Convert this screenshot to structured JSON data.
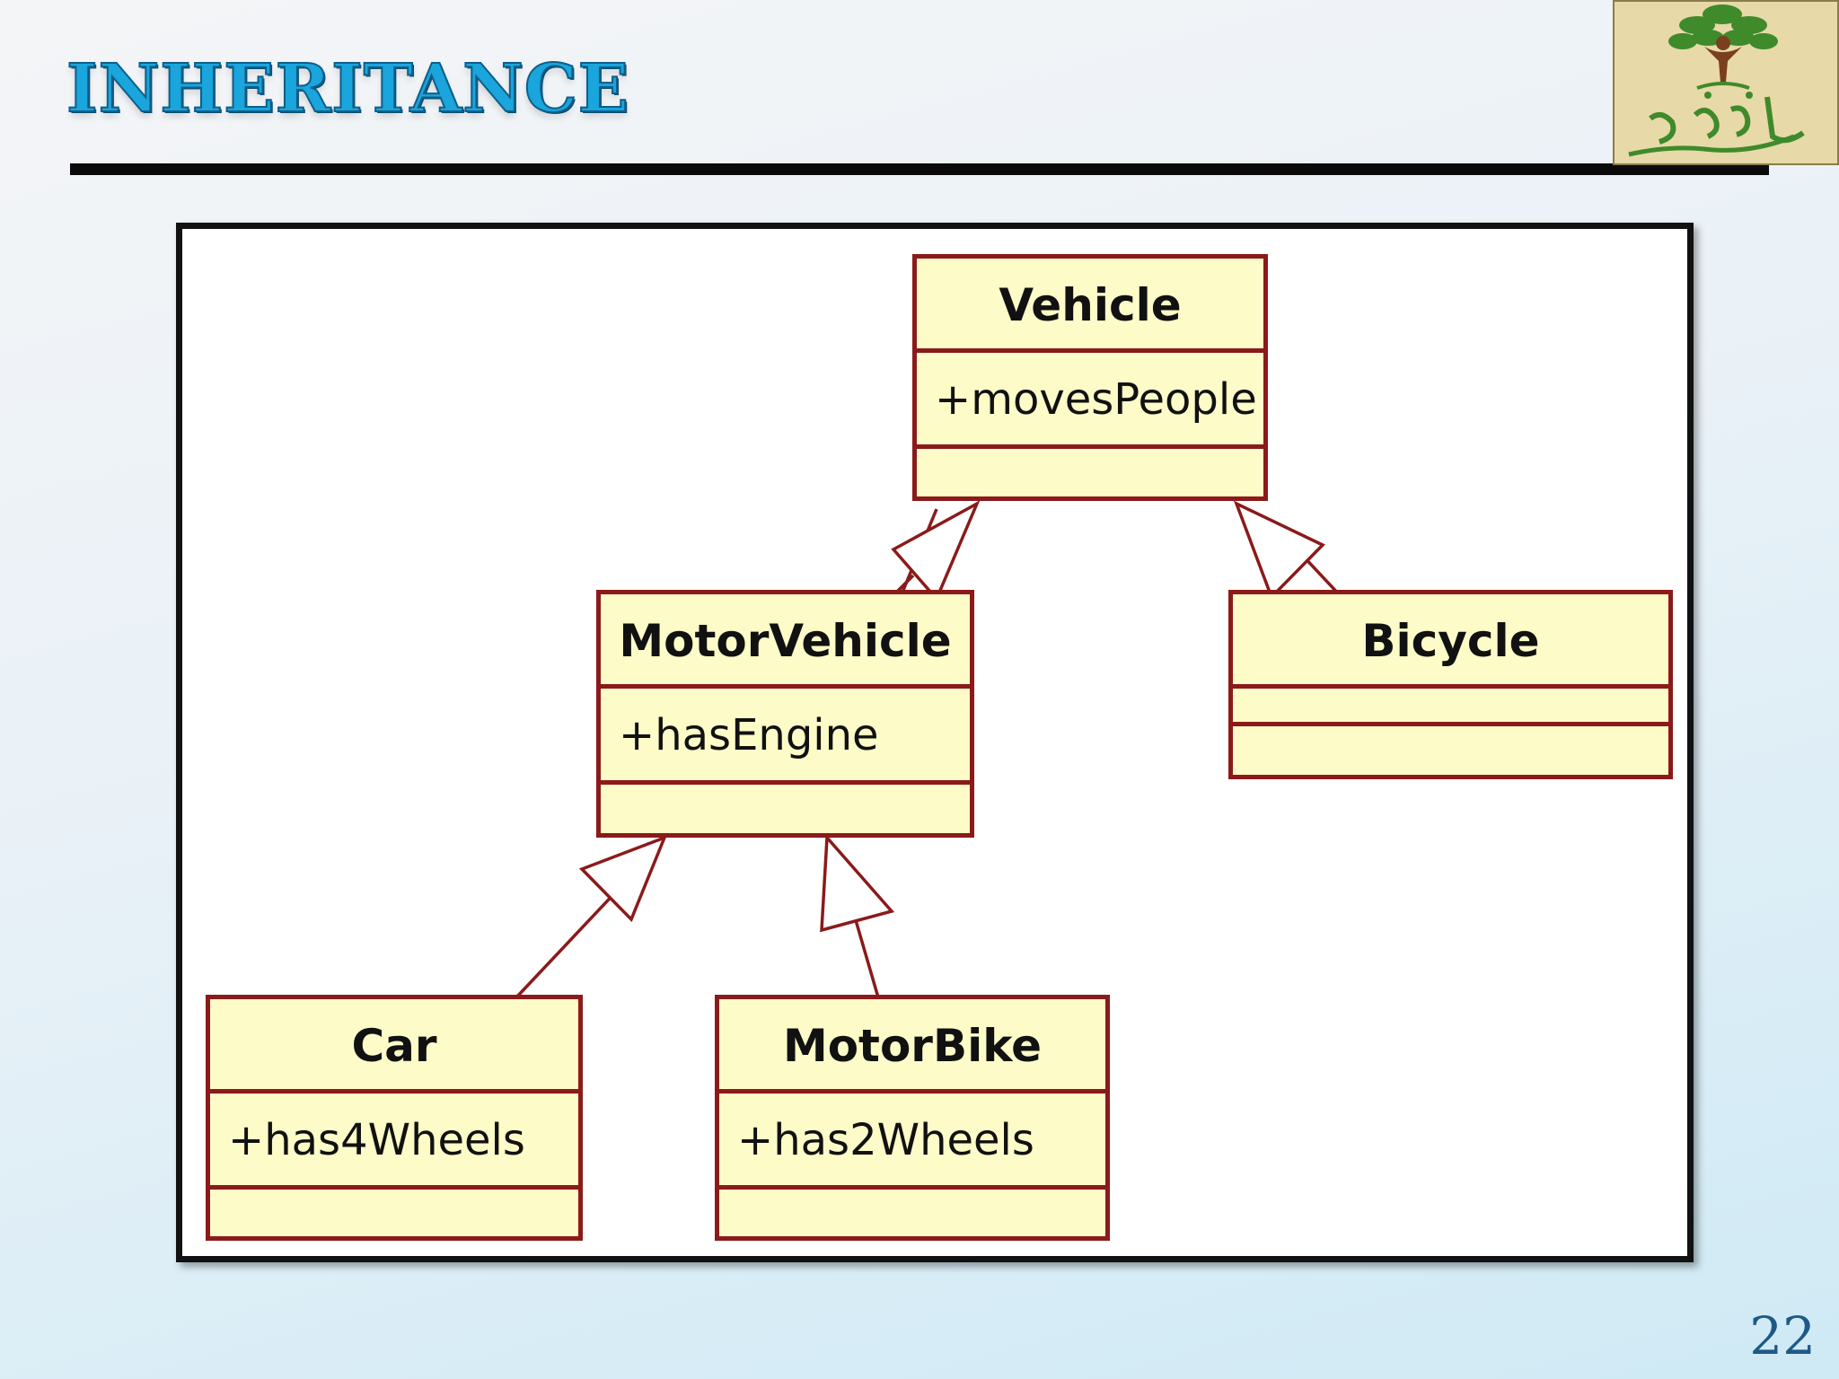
{
  "slide": {
    "title": "INHERITANCE",
    "page_number": "22"
  },
  "logo": {
    "icon": "tree-person-logo",
    "text": "نقدر",
    "colors": {
      "leaves": "#3f8a2a",
      "figure": "#7a3f1e",
      "text": "#3f8a2a"
    }
  },
  "diagram": {
    "classes": {
      "vehicle": {
        "name": "Vehicle",
        "attribute": "+movesPeople"
      },
      "motor_vehicle": {
        "name": "MotorVehicle",
        "attribute": "+hasEngine"
      },
      "bicycle": {
        "name": "Bicycle",
        "attribute": ""
      },
      "car": {
        "name": "Car",
        "attribute": "+has4Wheels"
      },
      "motor_bike": {
        "name": "MotorBike",
        "attribute": "+has2Wheels"
      }
    },
    "relationships": [
      {
        "type": "generalization",
        "from": "MotorVehicle",
        "to": "Vehicle"
      },
      {
        "type": "generalization",
        "from": "Bicycle",
        "to": "Vehicle"
      },
      {
        "type": "generalization",
        "from": "Car",
        "to": "MotorVehicle"
      },
      {
        "type": "generalization",
        "from": "MotorBike",
        "to": "MotorVehicle"
      }
    ],
    "colors": {
      "class_fill": "#fdfbc8",
      "class_border": "#8b1a1a",
      "arrow": "#8b1a1a"
    }
  }
}
